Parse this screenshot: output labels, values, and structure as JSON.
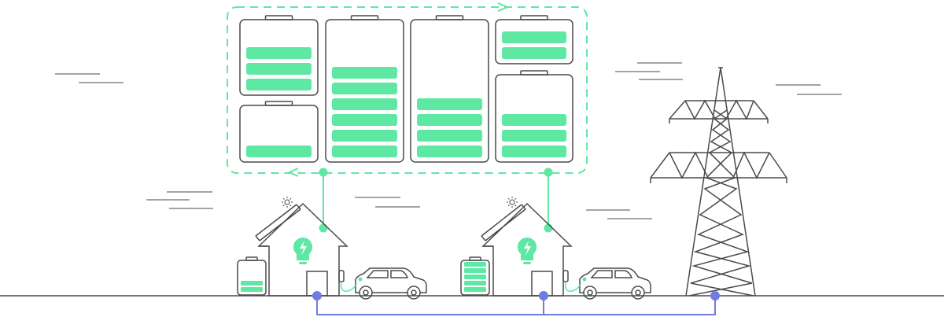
{
  "colors": {
    "line": "#4a4a4a",
    "accent": "#5ee8a4",
    "accent_dark": "#46c98a",
    "grid_link": "#6f7de0",
    "background": "#ffffff"
  },
  "shared_storage": {
    "flow": "clockwise",
    "batteries": [
      {
        "id": "b1",
        "capacity_bars": 3,
        "filled_bars": 3
      },
      {
        "id": "b2",
        "capacity_bars": 5,
        "filled_bars": 1
      },
      {
        "id": "b3",
        "capacity_bars": 6,
        "filled_bars": 6
      },
      {
        "id": "b4",
        "capacity_bars": 4,
        "filled_bars": 4
      },
      {
        "id": "b5",
        "capacity_bars": 2,
        "filled_bars": 2
      },
      {
        "id": "b6",
        "capacity_bars": 3,
        "filled_bars": 3
      }
    ]
  },
  "houses": [
    {
      "id": "house-1",
      "solar_panel": true,
      "home_battery_filled_bars": 2,
      "home_battery_capacity_bars": 5,
      "ev_charging": true
    },
    {
      "id": "house-2",
      "solar_panel": true,
      "home_battery_filled_bars": 5,
      "home_battery_capacity_bars": 5,
      "ev_charging": true
    }
  ],
  "icons": {
    "sun": "sun-icon",
    "bulb": "lightbulb-bolt-icon",
    "plug": "charging-plug-icon",
    "car": "electric-car-icon",
    "pylon": "power-pylon-icon",
    "arrow": "arrow-icon"
  }
}
